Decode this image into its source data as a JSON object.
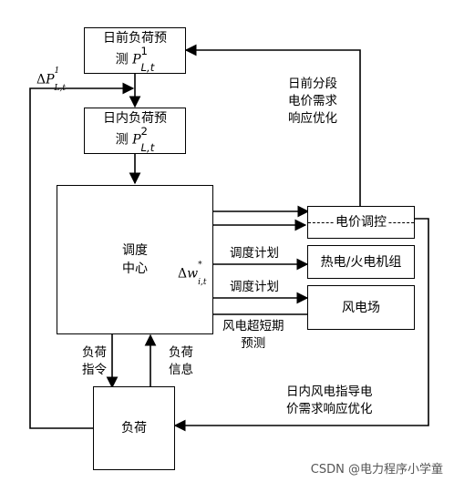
{
  "nodes": {
    "day_ahead_forecast": {
      "line1": "日前负荷预",
      "line2_prefix": "测"
    },
    "intraday_forecast": {
      "line1": "日内负荷预",
      "line2_prefix": "测"
    },
    "dispatch_center": {
      "line1": "调度",
      "line2": "中心"
    },
    "price_control": {
      "label": "电价调控"
    },
    "thermal_units": {
      "label": "热电/火电机组"
    },
    "wind_farm": {
      "label": "风电场"
    },
    "load": {
      "label": "负荷"
    }
  },
  "edge_labels": {
    "day_ahead_dr": [
      "日前分段",
      "电价需求",
      "响应优化"
    ],
    "dispatch_plan_1": "调度计划",
    "dispatch_plan_2": "调度计划",
    "wind_forecast": [
      "风电超短期",
      "预测"
    ],
    "load_command": [
      "负荷",
      "指令"
    ],
    "load_info": [
      "负荷",
      "信息"
    ],
    "intraday_dr": [
      "日内风电指导电",
      "价需求响应优化"
    ]
  },
  "math": {
    "P": "P",
    "delta_P_symbol": "Δ",
    "delta_P_var": "P",
    "sub_Lt": "L,t",
    "sup_1": "1",
    "sup_2": "2",
    "delta_w_symbol": "Δ",
    "delta_w_var": "w",
    "sub_it": "i,t",
    "sup_star": "*"
  },
  "watermark": "CSDN @电力程序小学童"
}
